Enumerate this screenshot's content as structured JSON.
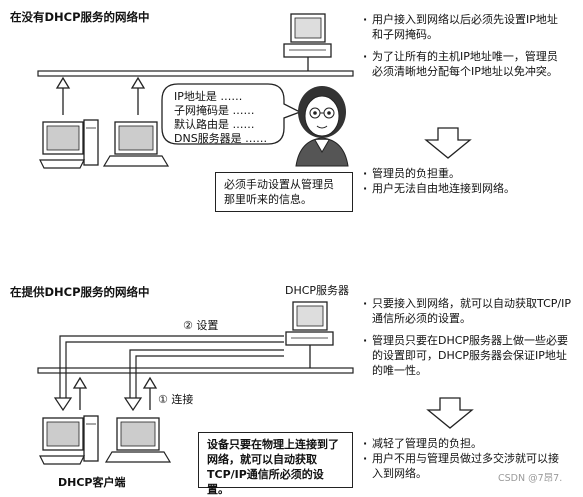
{
  "top": {
    "title": "在没有DHCP服务的网络中",
    "bullets_1": [
      "用户接入到网络以后必须先设置IP地址和子网掩码。",
      "为了让所有的主机IP地址唯一，管理员必须清晰地分配每个IP地址以免冲突。"
    ],
    "bubble_lines": [
      "IP地址是 ……",
      "子网掩码是 ……",
      "默认路由是 ……",
      "DNS服务器是 ……"
    ],
    "note_box": "必须手动设置从管理员那里听来的信息。",
    "bullets_2": [
      "管理员的负担重。",
      "用户无法自由地连接到网络。"
    ]
  },
  "bottom": {
    "title": "在提供DHCP服务的网络中",
    "server_label": "DHCP服务器",
    "step2_label": "② 设置",
    "step1_label": "① 连接",
    "client_label": "DHCP客户端",
    "note_box": "设备只要在物理上连接到了网络，就可以自动获取TCP/IP通信所必须的设置。",
    "bullets_1": [
      "只要接入到网络，就可以自动获取TCP/IP通信所必须的设置。",
      "管理员只要在DHCP服务器上做一些必要的设置即可，DHCP服务器会保证IP地址的唯一性。"
    ],
    "bullets_2": [
      "减轻了管理员的负担。",
      "用户不用与管理员做过多交涉就可以接入到网络。"
    ]
  },
  "watermark": "CSDN @7昂7."
}
